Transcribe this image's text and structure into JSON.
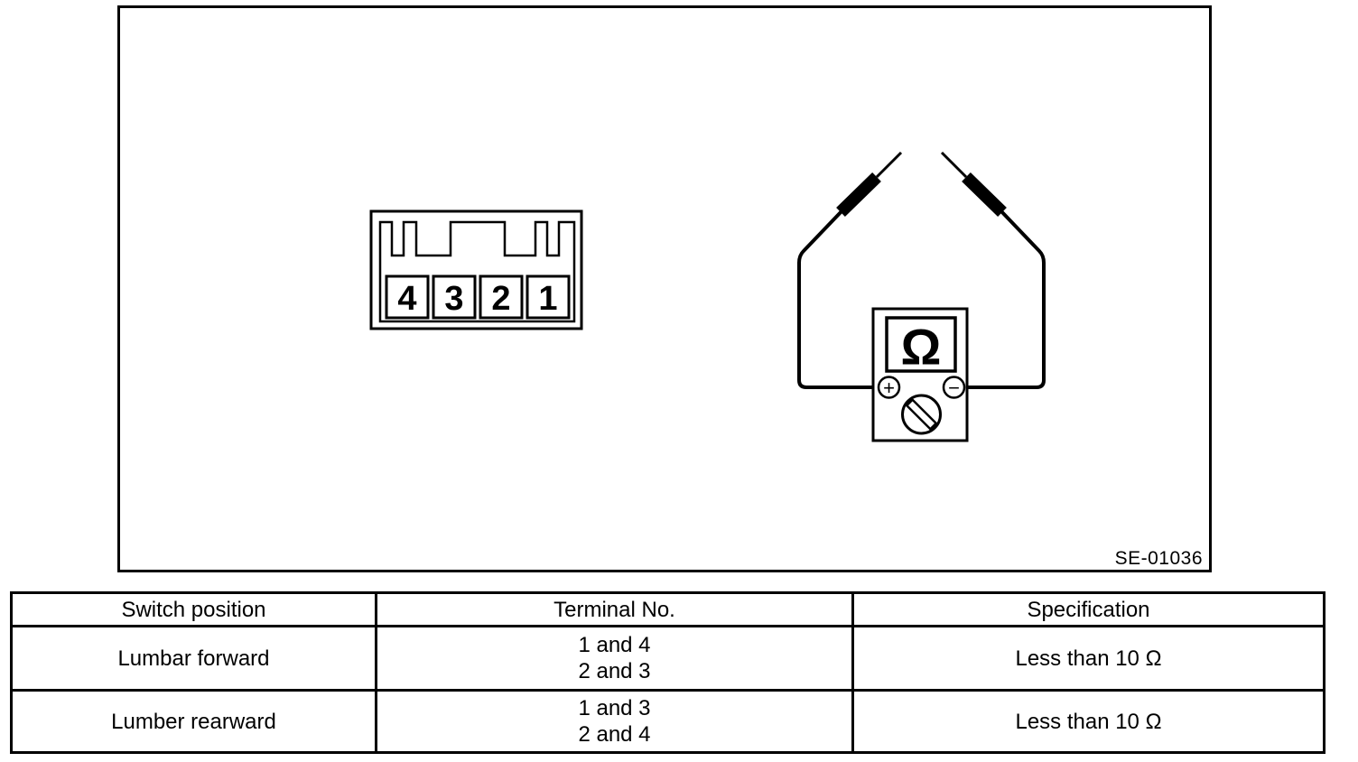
{
  "figure": {
    "label": "SE-01036",
    "connector": {
      "terminals": [
        "4",
        "3",
        "2",
        "1"
      ]
    },
    "meter": {
      "display_symbol": "Ω",
      "positive_label": "+",
      "negative_label": "−"
    }
  },
  "spec_table": {
    "headers": [
      "Switch position",
      "Terminal No.",
      "Specification"
    ],
    "rows": [
      {
        "switch_position": "Lumbar forward",
        "terminal_pairs": [
          "1 and 4",
          "2 and 3"
        ],
        "specification": "Less than 10 Ω"
      },
      {
        "switch_position": "Lumber rearward",
        "terminal_pairs": [
          "1 and 3",
          "2 and 4"
        ],
        "specification": "Less than 10 Ω"
      }
    ]
  },
  "colors": {
    "ink": "#000000",
    "background": "#ffffff"
  }
}
